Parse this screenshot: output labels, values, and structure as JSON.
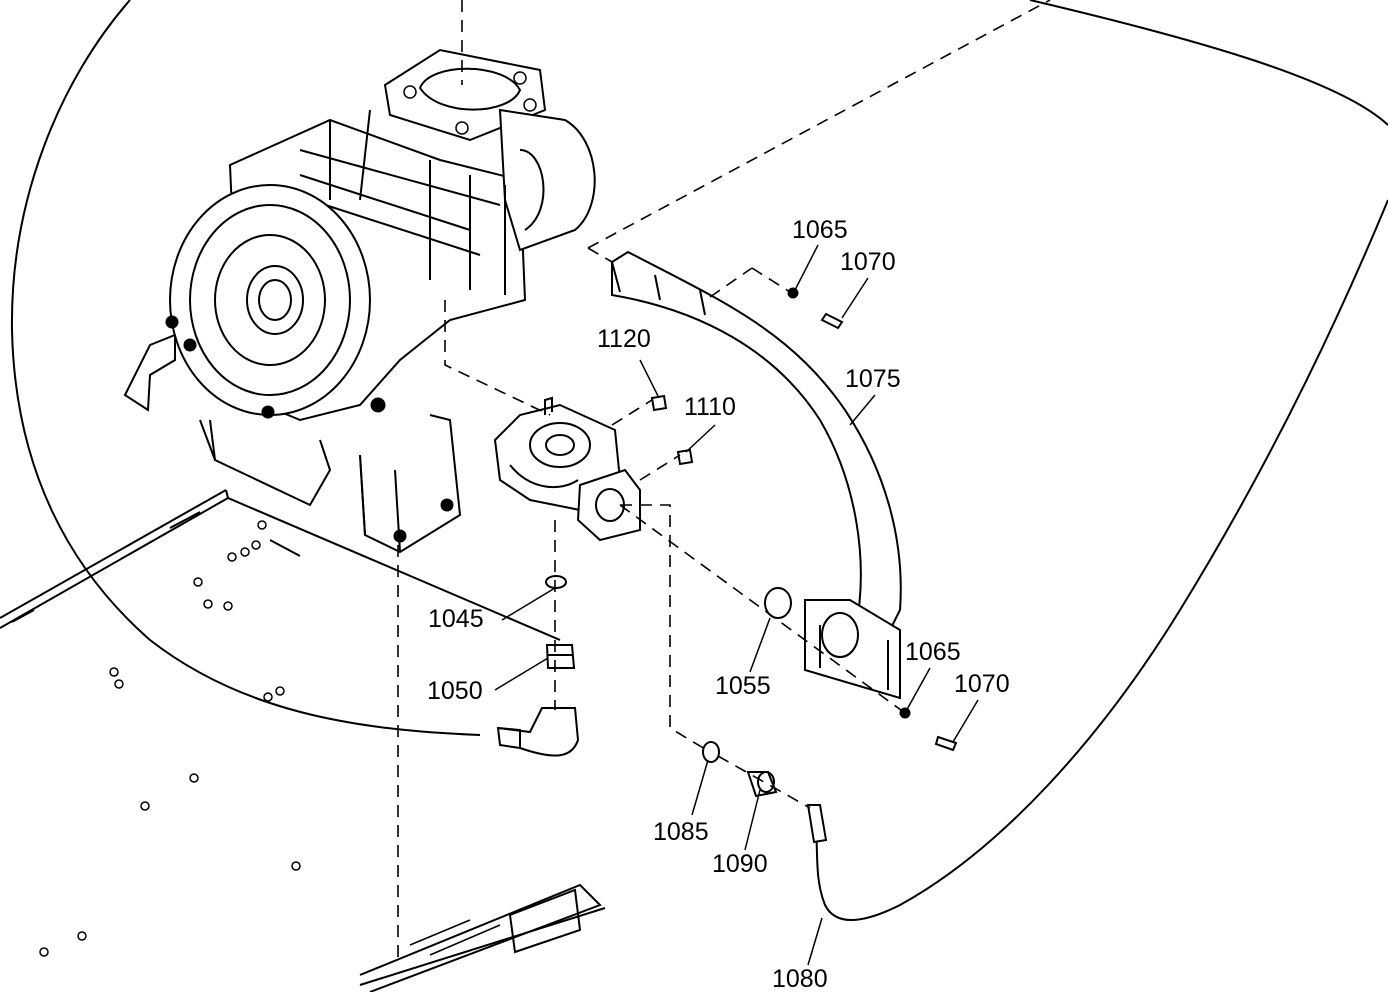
{
  "callouts": [
    {
      "id": "1065a",
      "text": "1065"
    },
    {
      "id": "1070a",
      "text": "1070"
    },
    {
      "id": "1120",
      "text": "1120"
    },
    {
      "id": "1075",
      "text": "1075"
    },
    {
      "id": "1110",
      "text": "1110"
    },
    {
      "id": "1045",
      "text": "1045"
    },
    {
      "id": "1050",
      "text": "1050"
    },
    {
      "id": "1055",
      "text": "1055"
    },
    {
      "id": "1065b",
      "text": "1065"
    },
    {
      "id": "1070b",
      "text": "1070"
    },
    {
      "id": "1085",
      "text": "1085"
    },
    {
      "id": "1090",
      "text": "1090"
    },
    {
      "id": "1080",
      "text": "1080"
    }
  ]
}
